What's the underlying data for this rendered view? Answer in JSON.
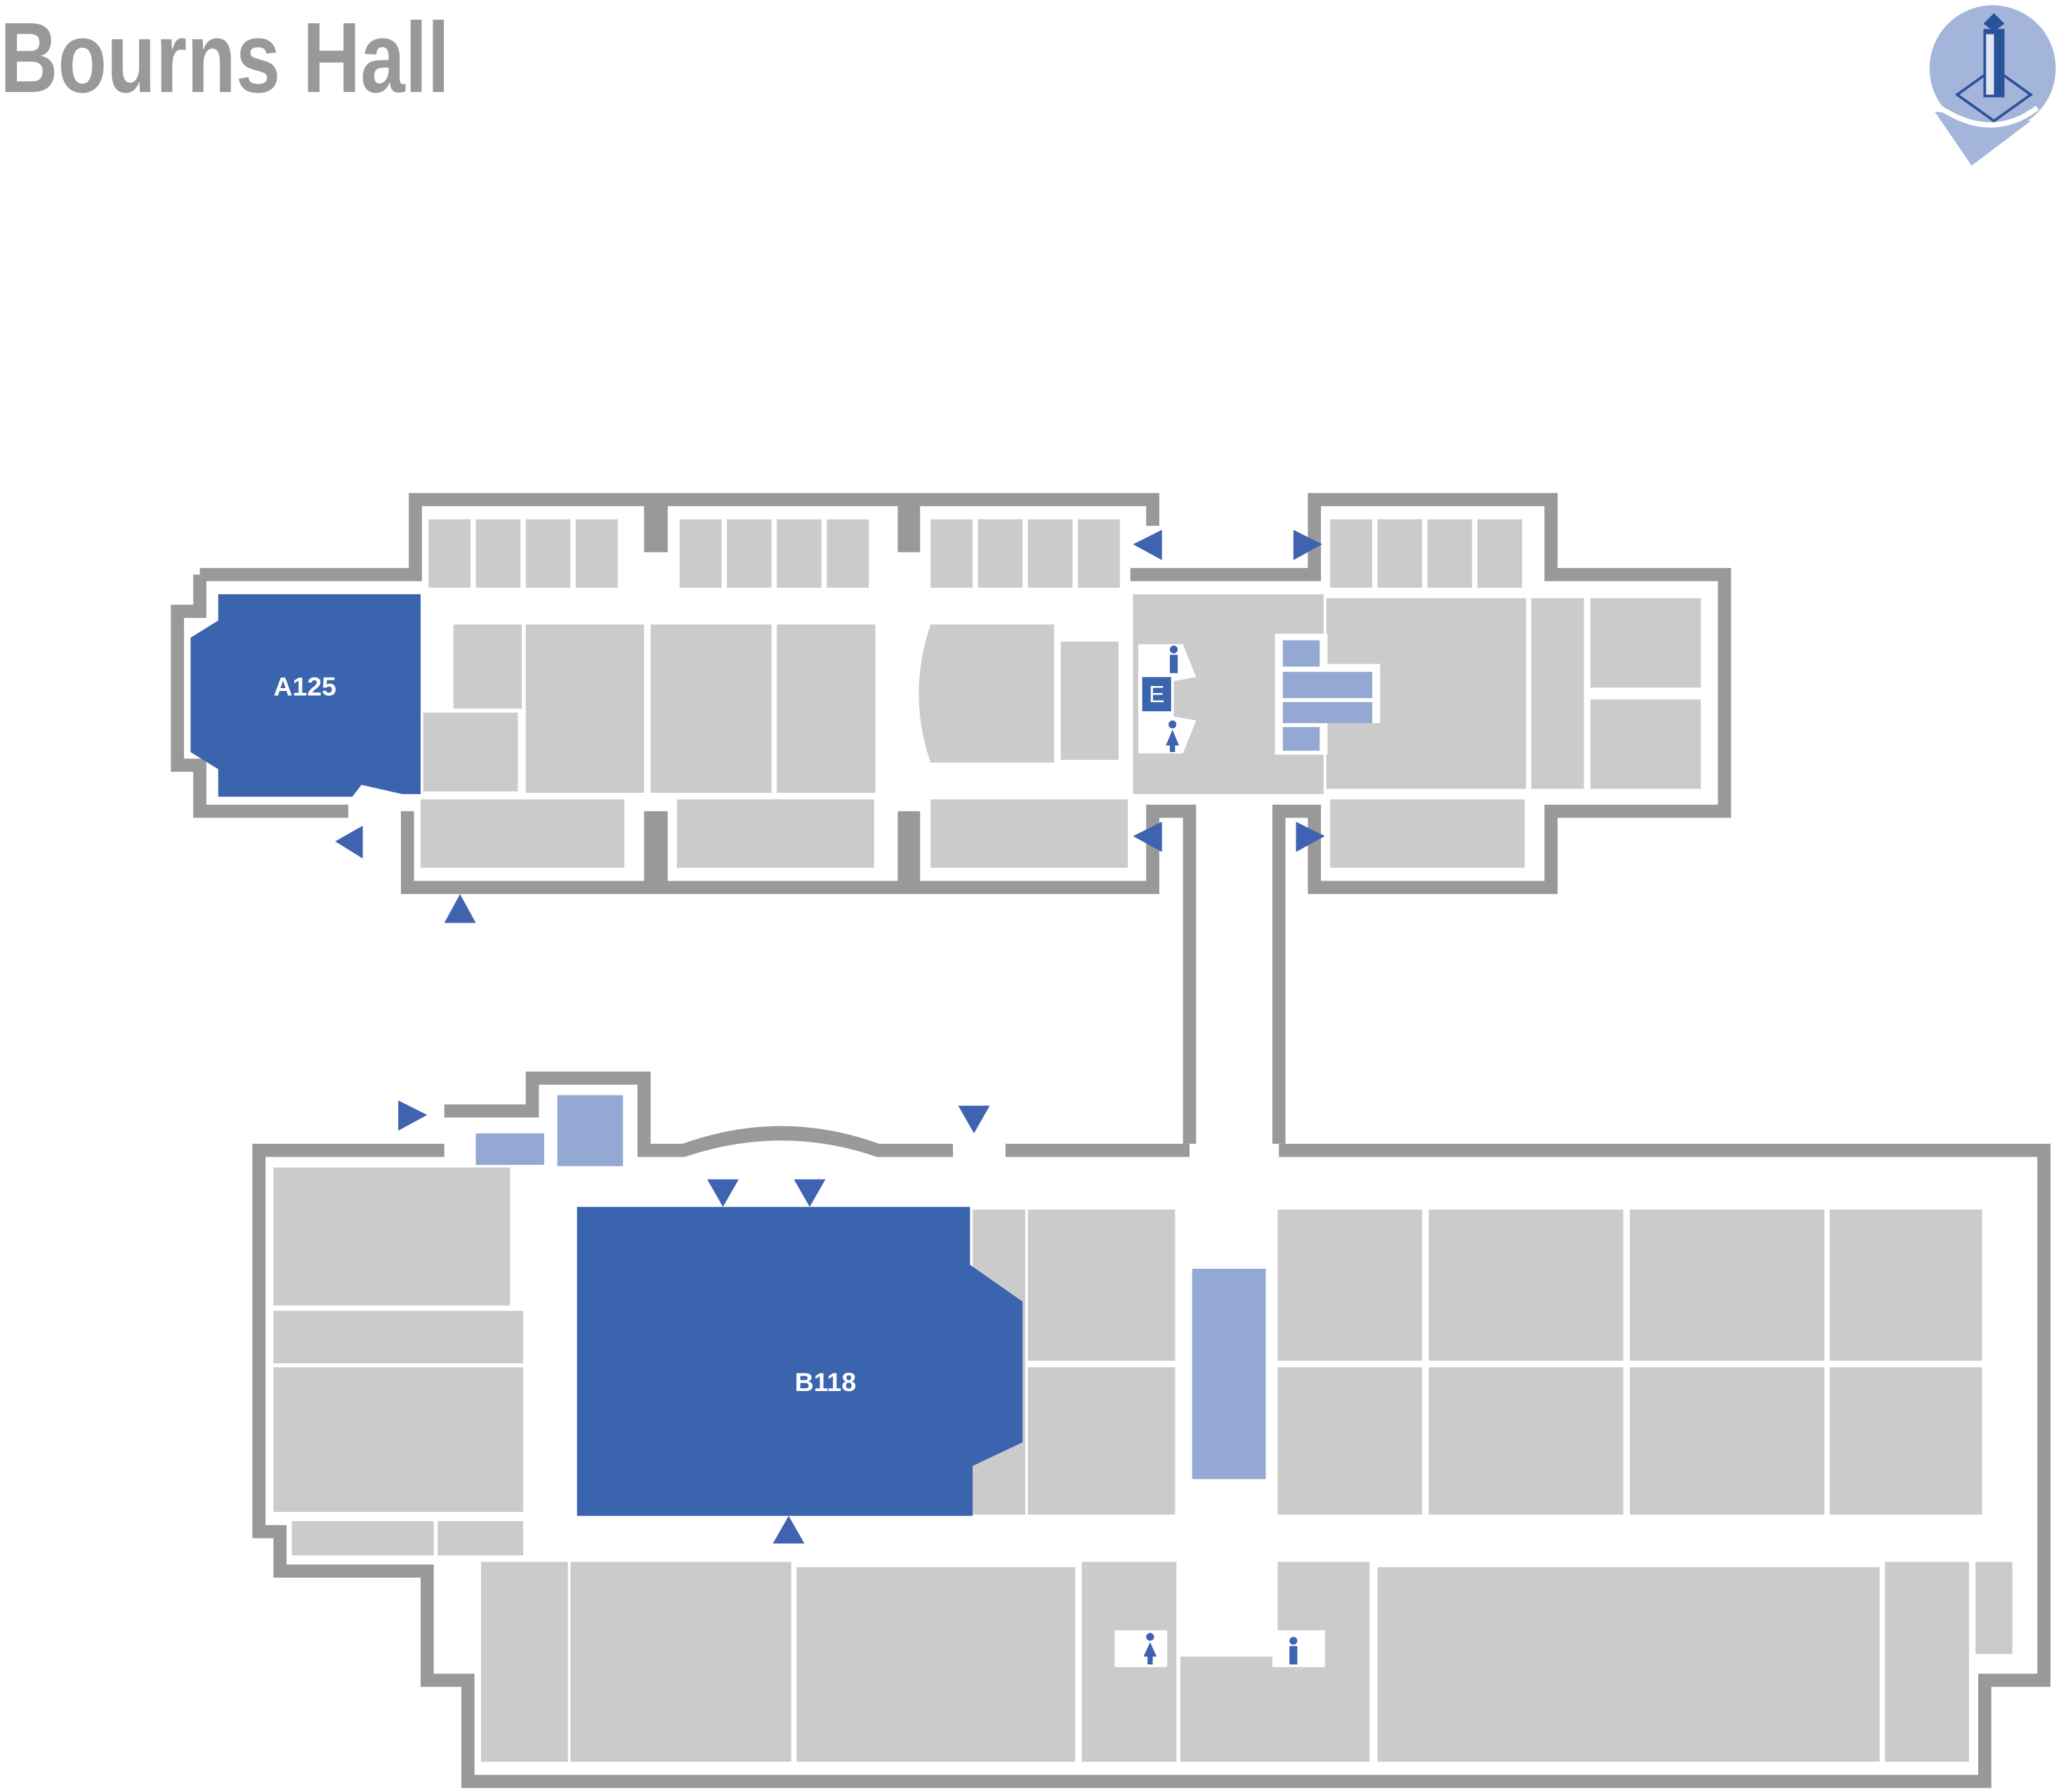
{
  "header": {
    "title": "Bourns Hall",
    "logo": "bell-tower-pin-logo"
  },
  "rooms": {
    "highlighted": [
      {
        "id": "A125",
        "label": "A125"
      },
      {
        "id": "B118",
        "label": "B118"
      }
    ]
  },
  "amenities": {
    "elevator_label": "E",
    "icons": [
      "restroom-men-icon",
      "restroom-women-icon",
      "stairs-icon",
      "entrance-arrow-icon"
    ]
  },
  "colors": {
    "highlight": "#3a64ae",
    "room": "#cbcbcb",
    "wall": "#999999",
    "stairs": "#94a8d4",
    "logo": "#a3b5da"
  }
}
